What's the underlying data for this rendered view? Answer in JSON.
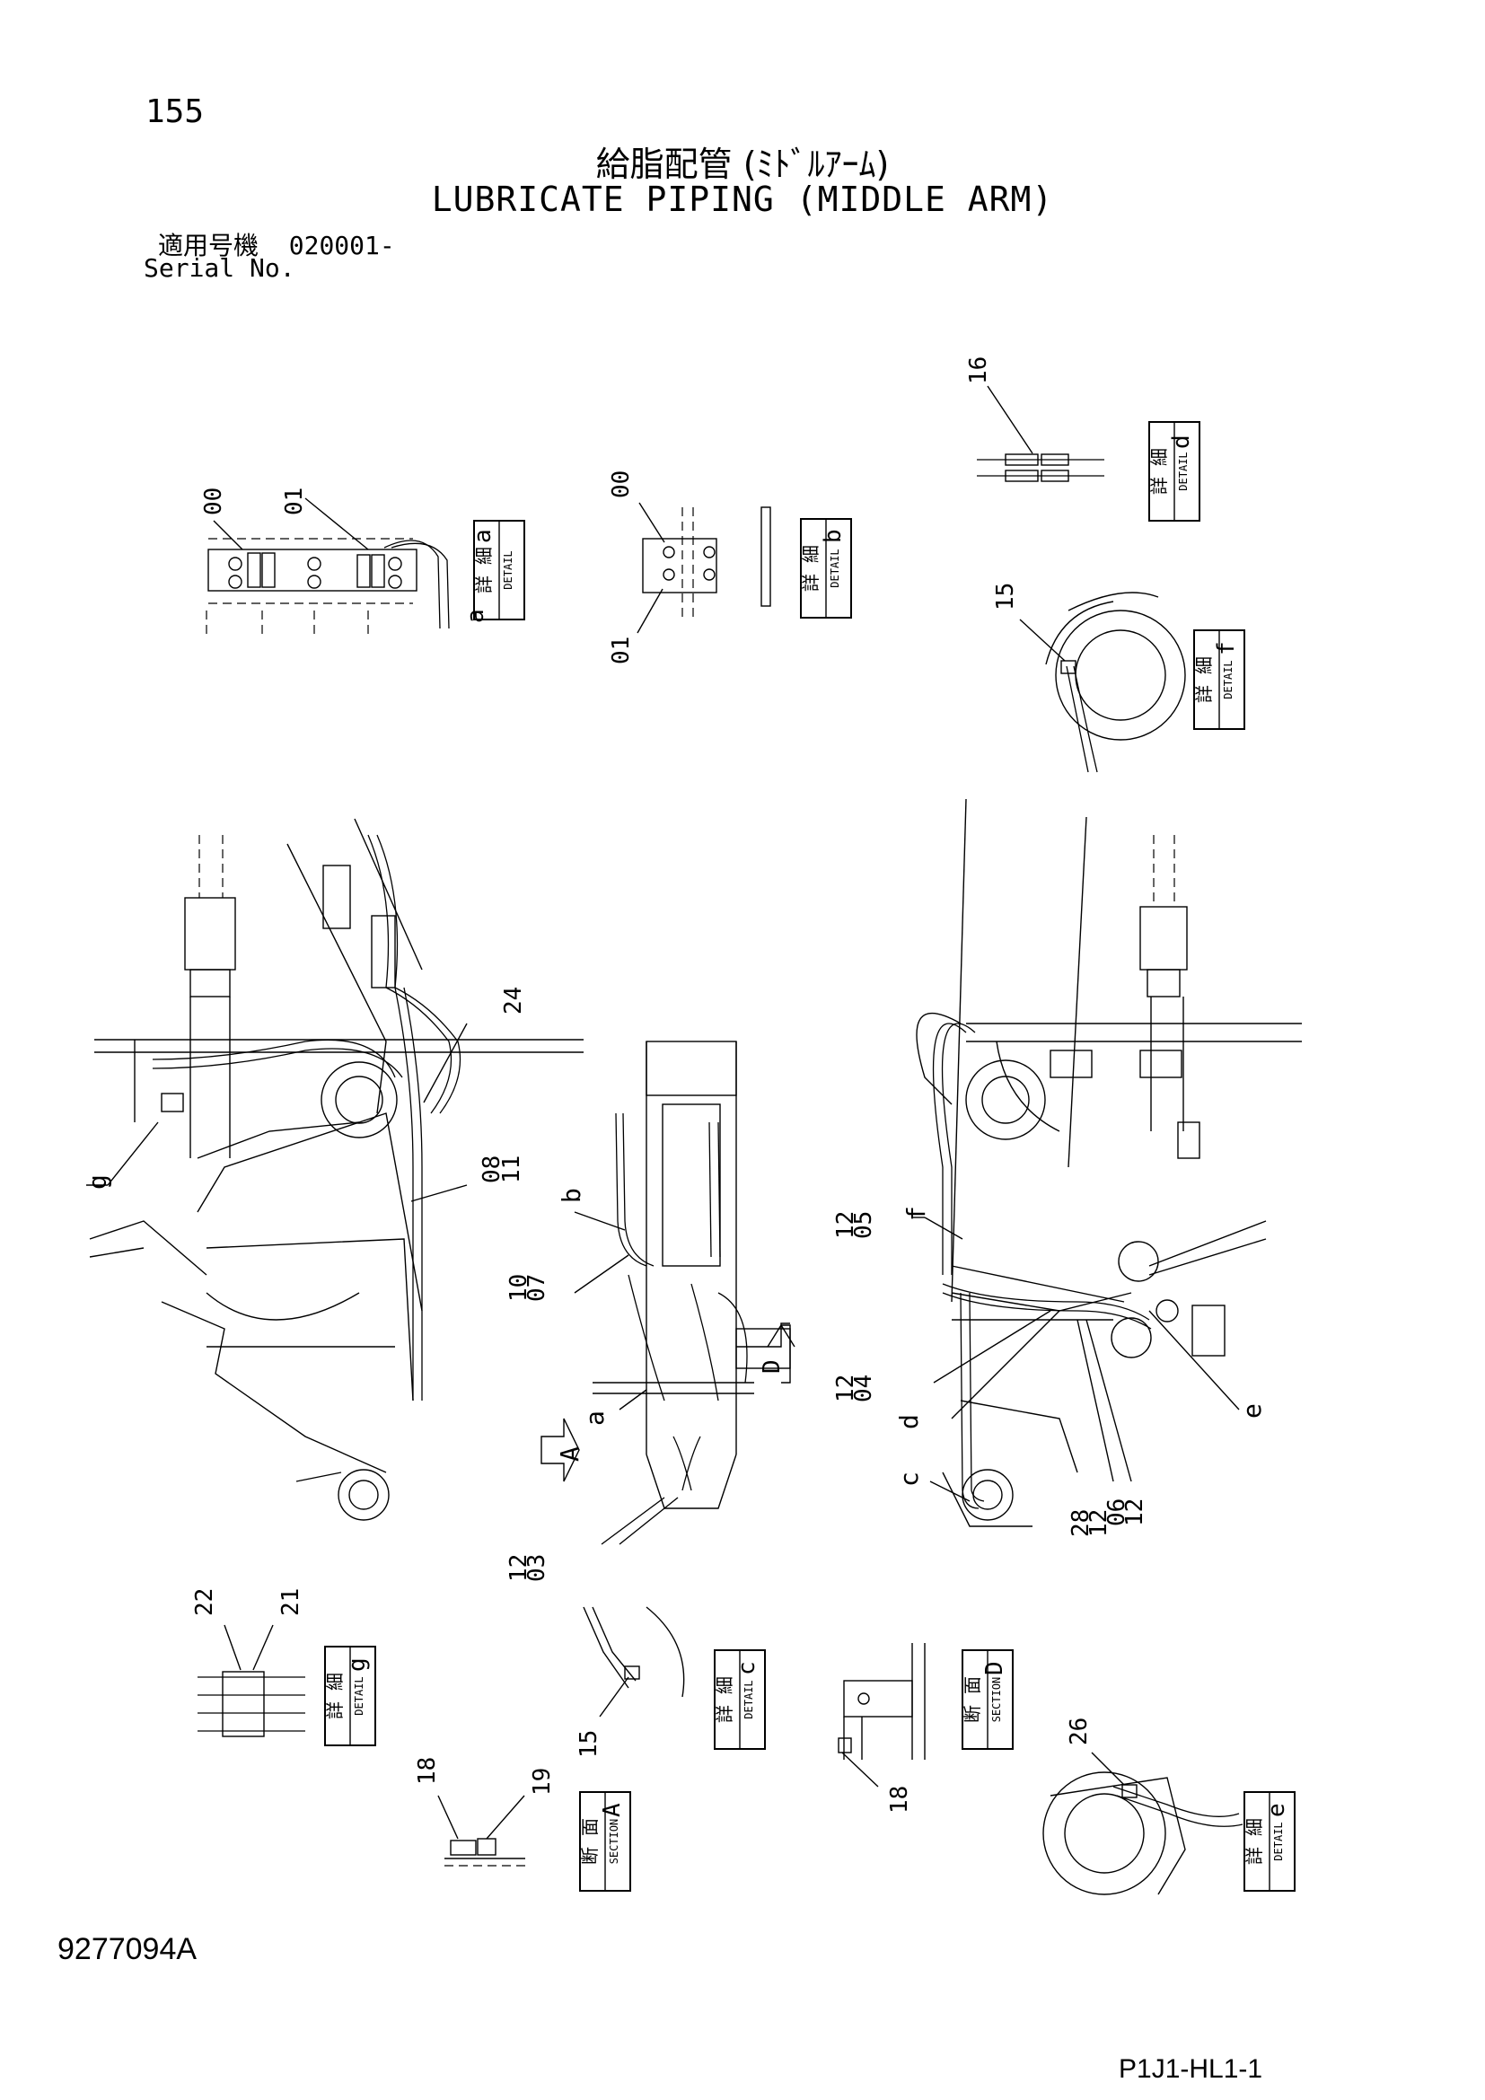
{
  "header": {
    "page_number": "155",
    "title_jp": "給脂配管 (ﾐﾄﾞﾙｱｰﾑ)",
    "title_en": "LUBRICATE PIPING (MIDDLE ARM)",
    "serial_label_jp": "適用号機",
    "serial_value": "020001-",
    "serial_label_en": "Serial No."
  },
  "footer": {
    "drawing_number": "9277094A",
    "sheet_code": "P1J1-HL1-1"
  },
  "detail_boxes": {
    "a": {
      "jp": "詳 細",
      "en": "DETAIL",
      "letter": "a"
    },
    "b": {
      "jp": "詳 細",
      "en": "DETAIL",
      "letter": "b"
    },
    "c": {
      "jp": "詳 細",
      "en": "DETAIL",
      "letter": "c"
    },
    "d": {
      "jp": "詳 細",
      "en": "DETAIL",
      "letter": "d"
    },
    "e": {
      "jp": "詳 細",
      "en": "DETAIL",
      "letter": "e"
    },
    "f": {
      "jp": "詳 細",
      "en": "DETAIL",
      "letter": "f"
    },
    "g": {
      "jp": "詳 細",
      "en": "DETAIL",
      "letter": "g"
    }
  },
  "section_boxes": {
    "A": {
      "jp": "断 面",
      "en": "SECTION",
      "letter": "A"
    },
    "D": {
      "jp": "断 面",
      "en": "SECTION",
      "letter": "D"
    }
  },
  "callouts": {
    "c00a": "00",
    "c01a": "01",
    "c00b": "00",
    "c01b": "01",
    "c16": "16",
    "c15f": "15",
    "c24": "24",
    "c08": "08",
    "c11": "11",
    "c10": "10",
    "c07": "07",
    "c12a": "12",
    "c03": "03",
    "c12b": "12",
    "c05": "05",
    "c12c": "12",
    "c04": "04",
    "c28": "28",
    "c12d": "12",
    "c06": "06",
    "c12e": "12",
    "c22": "22",
    "c21": "21",
    "c15c": "15",
    "c18a": "18",
    "c19": "19",
    "c18d": "18",
    "c26": "26",
    "lg": "g",
    "lb": "b",
    "la": "a",
    "lf": "f",
    "ld": "d",
    "lc": "c",
    "le": "e",
    "secA": "A",
    "secD": "D"
  }
}
